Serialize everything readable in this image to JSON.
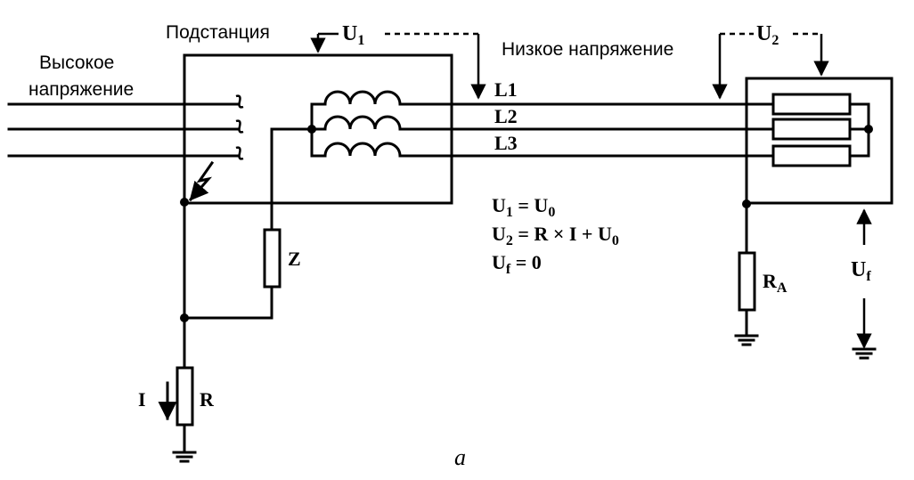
{
  "labels": {
    "high_voltage_line1": "Высокое",
    "high_voltage_line2": "напряжение",
    "substation": "Подстанция",
    "low_voltage": "Низкое напряжение",
    "figure_caption": "a"
  },
  "lines": {
    "l1": "L1",
    "l2": "L2",
    "l3": "L3"
  },
  "voltages": {
    "u1": {
      "base": "U",
      "sub": "1"
    },
    "u2": {
      "base": "U",
      "sub": "2"
    },
    "uf": {
      "base": "U",
      "sub": "f"
    }
  },
  "components": {
    "z": "Z",
    "r": "R",
    "ra": {
      "base": "R",
      "sub": "A"
    },
    "current": "I"
  },
  "equations": {
    "eq1": {
      "base": "U",
      "sub": "1",
      "rest": " = U",
      "sub2": "0",
      "tail": ""
    },
    "eq2": {
      "base": "U",
      "sub": "2",
      "rest": " = R × I + U",
      "sub2": "0",
      "tail": ""
    },
    "eq3": {
      "base": "U",
      "sub": "f",
      "rest": " = 0",
      "sub2": "",
      "tail": ""
    }
  }
}
